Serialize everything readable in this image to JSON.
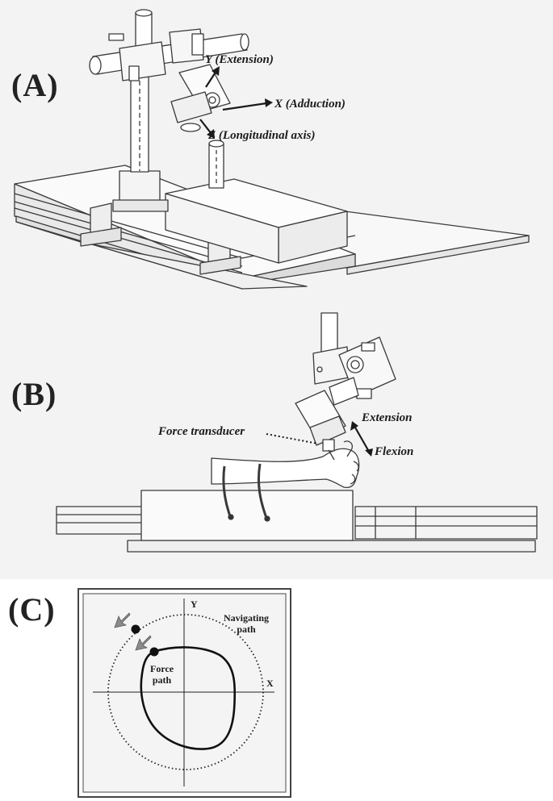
{
  "panel_a": {
    "label": "(A)",
    "axis_y": "Y (Extension)",
    "axis_x": "X (Adduction)",
    "axis_z": "Z (Longitudinal axis)"
  },
  "panel_b": {
    "label": "(B)",
    "force_transducer": "Force transducer",
    "extension": "Extension",
    "flexion": "Flexion"
  },
  "panel_c": {
    "label": "(C)",
    "axis_y": "Y",
    "axis_x": "X",
    "navigating_path_line1": "Navigating",
    "navigating_path_line2": "path",
    "force_path_line1": "Force",
    "force_path_line2": "path"
  },
  "colors": {
    "line": "#333333",
    "panel_bg": "#f3f3f3",
    "arrow_gray": "#888888"
  }
}
